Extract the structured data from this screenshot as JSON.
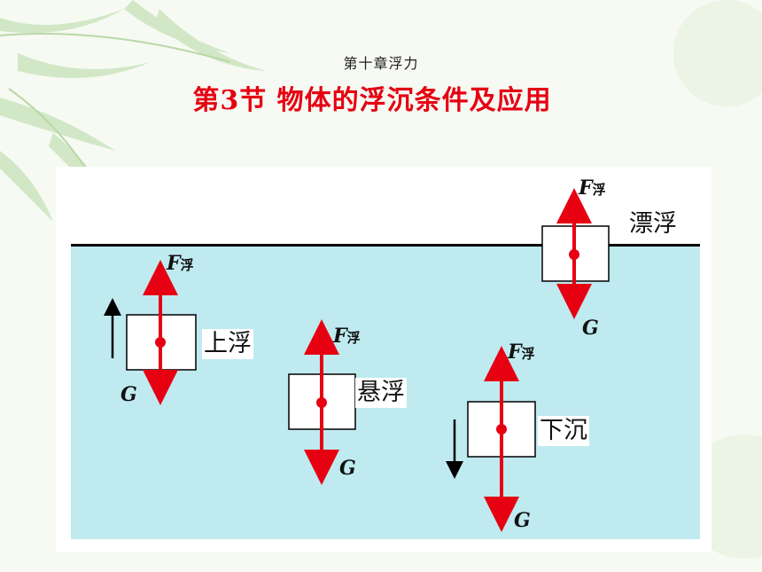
{
  "header": {
    "chapter": "第十章浮力",
    "title": "第3节  物体的浮沉条件及应用"
  },
  "diagram": {
    "force_symbol": "F",
    "force_subscript": "浮",
    "weight_symbol": "G",
    "states": [
      {
        "key": "float",
        "label": "漂浮"
      },
      {
        "key": "rise",
        "label": "上浮"
      },
      {
        "key": "suspend",
        "label": "悬浮"
      },
      {
        "key": "sink",
        "label": "下沉"
      }
    ]
  },
  "colors": {
    "water": "#bfeaf0",
    "arrow": "#e60012",
    "title": "#e60012"
  }
}
